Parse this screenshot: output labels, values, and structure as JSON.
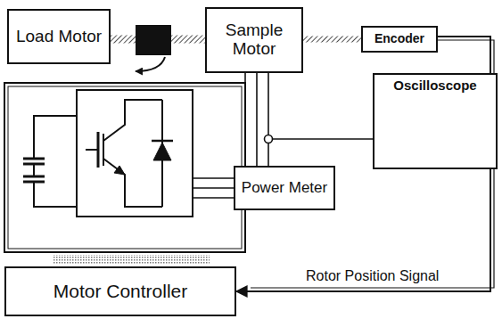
{
  "diagram": {
    "nodes": [
      {
        "text": [
          "Load Motor"
        ]
      },
      {
        "text": [
          "Sample Motor"
        ]
      },
      {
        "text": [
          "Encoder"
        ]
      },
      {
        "text": [
          "Oscilloscope"
        ]
      },
      {
        "text": [
          "Power Meter"
        ]
      },
      {
        "text": [
          "Motor Controller"
        ]
      }
    ],
    "edges": [
      {
        "from": 0,
        "to": 1,
        "arrow": "none"
      },
      {
        "from": 1,
        "to": 2,
        "arrow": "none"
      },
      {
        "from": 1,
        "to": 4,
        "arrow": "none"
      },
      {
        "from": 2,
        "to": 5,
        "arrow": "to",
        "label": "Rotor Position Signal"
      }
    ]
  }
}
